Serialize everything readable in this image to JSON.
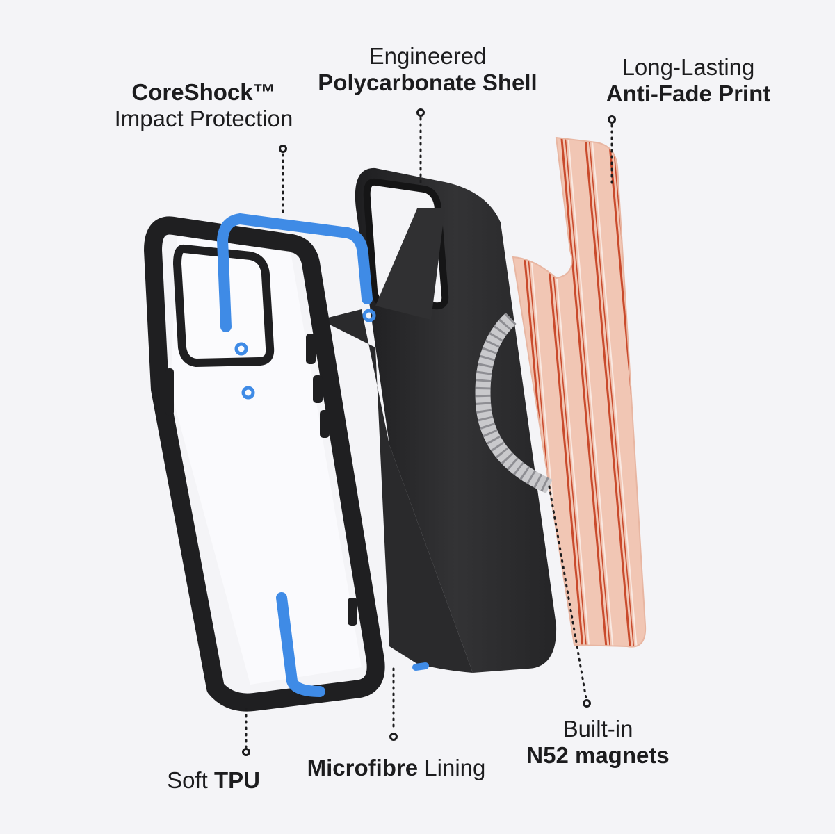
{
  "callouts": {
    "coreshock": {
      "bold": "CoreShock™",
      "normal": "Impact Protection"
    },
    "shell": {
      "normal": "Engineered",
      "bold": "Polycarbonate Shell"
    },
    "print": {
      "normal": "Long-Lasting",
      "bold": "Anti-Fade Print"
    },
    "tpu": {
      "normal": "Soft ",
      "bold": "TPU"
    },
    "lining": {
      "bold": "Microfibre",
      "normal": " Lining"
    },
    "magnets": {
      "normal": "Built-in",
      "bold": "N52 magnets"
    }
  },
  "colors": {
    "background": "#f4f4f7",
    "tpu_frame": "#1f1f21",
    "coreshock_blue": "#3f8be6",
    "shell": "#2b2b2d",
    "lining": "#2a2a2c",
    "print_base": "#f1c6b4",
    "print_stripe": "#c94a2c",
    "magnet_ring": "#c9c9cc"
  }
}
